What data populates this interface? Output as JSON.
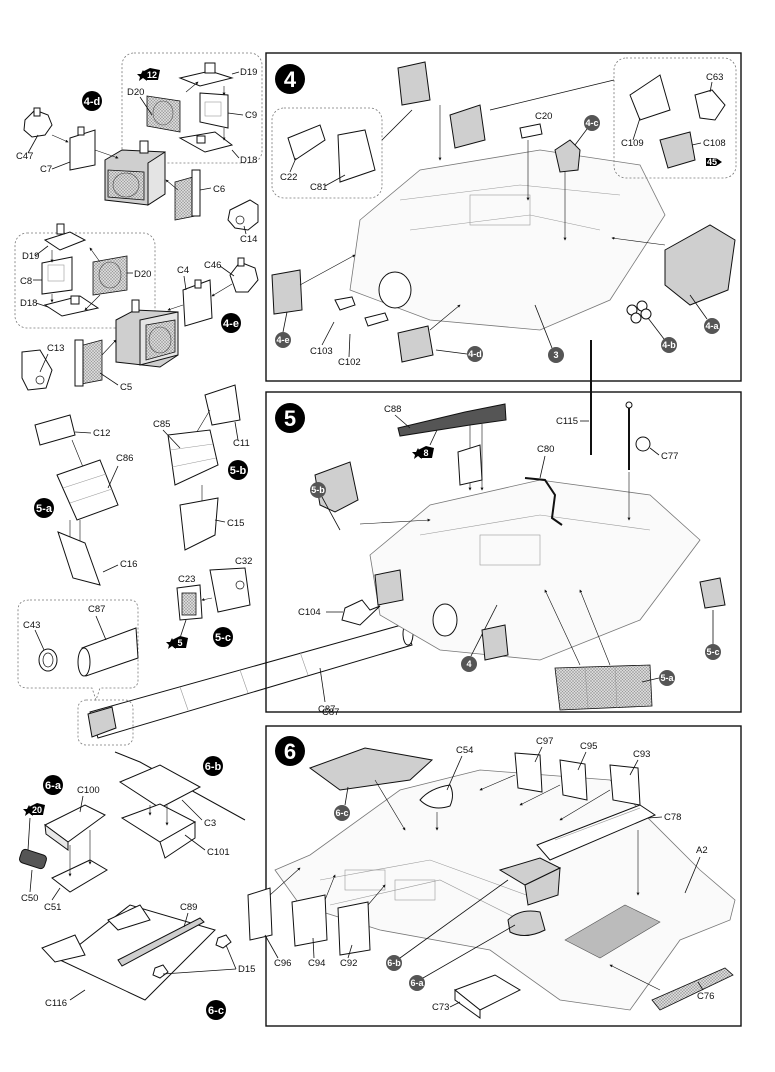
{
  "document": {
    "type": "model kit assembly instructions",
    "colors": {
      "ink": "#111111",
      "badge_dark": "#000000",
      "badge_ref": "#555555",
      "part_shade": "#cfcfcf",
      "dashed_callout": "#777777"
    }
  },
  "subassemblies": {
    "s4d": {
      "badge": "4-d",
      "parts": {
        "D19": "D19",
        "D20": "D20",
        "C9": "C9",
        "D18": "D18",
        "C47": "C47",
        "C7": "C7",
        "C6": "C6",
        "C14": "C14"
      },
      "paint": "12"
    },
    "s4e": {
      "badge": "4-e",
      "parts": {
        "D19": "D19",
        "C8": "C8",
        "D18": "D18",
        "D20": "D20",
        "C4": "C4",
        "C46": "C46",
        "C13": "C13",
        "C5": "C5"
      }
    },
    "s5a": {
      "badge": "5-a",
      "parts": {
        "C12": "C12",
        "C86": "C86",
        "C16": "C16"
      }
    },
    "s5b": {
      "badge": "5-b",
      "parts": {
        "C85": "C85",
        "C11": "C11",
        "C15": "C15"
      }
    },
    "s5c": {
      "badge": "5-c",
      "parts": {
        "C23": "C23",
        "C32": "C32"
      },
      "paint": "5"
    },
    "barrel": {
      "parts": {
        "C43": "C43",
        "C87a": "C87",
        "C87b": "C87"
      }
    },
    "s6a": {
      "badge": "6-a",
      "parts": {
        "C100": "C100",
        "C50": "C50",
        "C51": "C51"
      },
      "paint": "20"
    },
    "s6b": {
      "badge": "6-b",
      "parts": {
        "C3": "C3",
        "C101": "C101"
      }
    },
    "s6c": {
      "badge": "6-c",
      "parts": {
        "C89": "C89",
        "D15": "D15",
        "C116": "C116"
      }
    }
  },
  "steps": [
    {
      "number": "4",
      "labels": {
        "C22": "C22",
        "C81": "C81",
        "C20": "C20",
        "C63": "C63",
        "C109": "C109",
        "C108": "C108",
        "C103": "C103",
        "C102": "C102"
      },
      "refs": {
        "r4c": "4-c",
        "r4e": "4-e",
        "r4d": "4-d",
        "r3": "3",
        "r4a": "4-a",
        "r4b": "4-b"
      },
      "paint": "45"
    },
    {
      "number": "5",
      "labels": {
        "C88": "C88",
        "C115": "C115",
        "C80": "C80",
        "C77": "C77",
        "C104": "C104",
        "C87": "C87"
      },
      "refs": {
        "r5b": "5-b",
        "r4": "4",
        "r5a": "5-a",
        "r5c": "5-c"
      },
      "paint": "8"
    },
    {
      "number": "6",
      "labels": {
        "C54": "C54",
        "C97": "C97",
        "C95": "C95",
        "C93": "C93",
        "C78": "C78",
        "A2": "A2",
        "C96": "C96",
        "C94": "C94",
        "C92": "C92",
        "C73": "C73",
        "C76": "C76"
      },
      "refs": {
        "r6c": "6-c",
        "r6b": "6-b",
        "r6a": "6-a"
      }
    }
  ]
}
